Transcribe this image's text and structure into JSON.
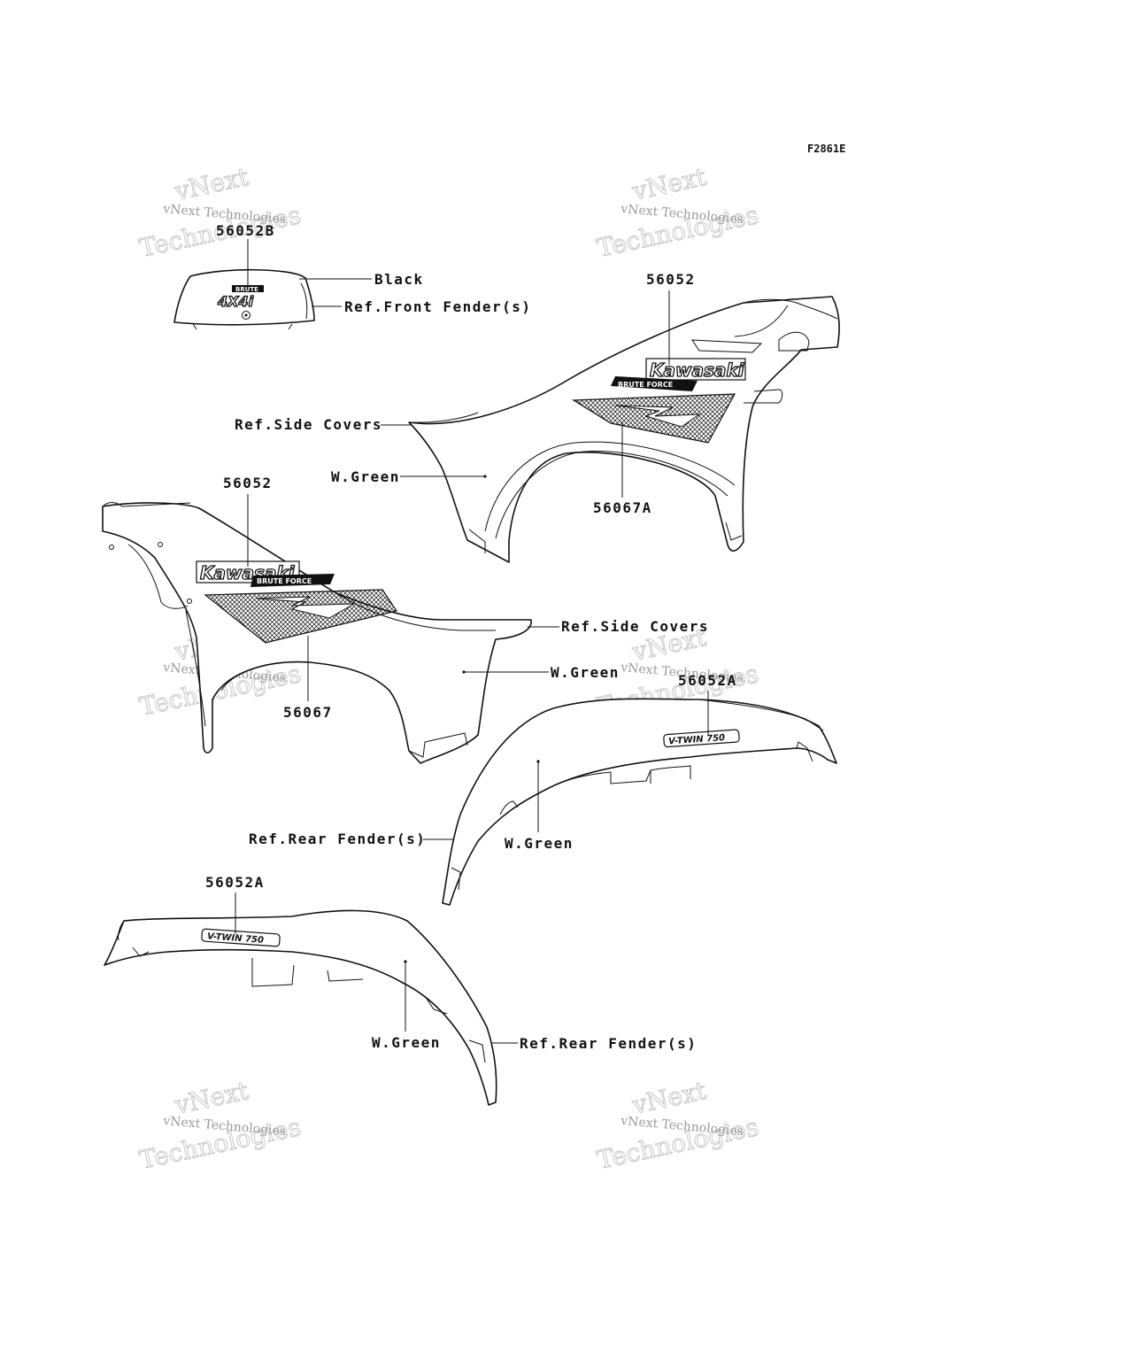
{
  "figure_code": "F2861E",
  "watermark": {
    "line1": "vNext",
    "line2": "Technologies",
    "small": "vNext Technologies"
  },
  "labels": {
    "front_badge_part": "56052B",
    "black": "Black",
    "ref_front_fender": "Ref.Front Fender(s)",
    "right_cover_part": "56052",
    "ref_side_covers_right": "Ref.Side Covers",
    "w_green_right": "W.Green",
    "right_mesh_part": "56067A",
    "left_cover_part": "56052",
    "ref_side_covers_left": "Ref.Side Covers",
    "w_green_left": "W.Green",
    "left_mesh_part": "56067",
    "rear_right_part": "56052A",
    "w_green_rear_right": "W.Green",
    "ref_rear_fender_right": "Ref.Rear Fender(s)",
    "rear_left_part": "56052A",
    "w_green_rear_left": "W.Green",
    "ref_rear_fender_left": "Ref.Rear Fender(s)"
  },
  "decals": {
    "kawasaki": "Kawasaki",
    "brute_force": "BRUTE FORCE",
    "badge": "4X4i",
    "badge_top": "BRUTE",
    "vtwin": "V-TWIN 750"
  }
}
